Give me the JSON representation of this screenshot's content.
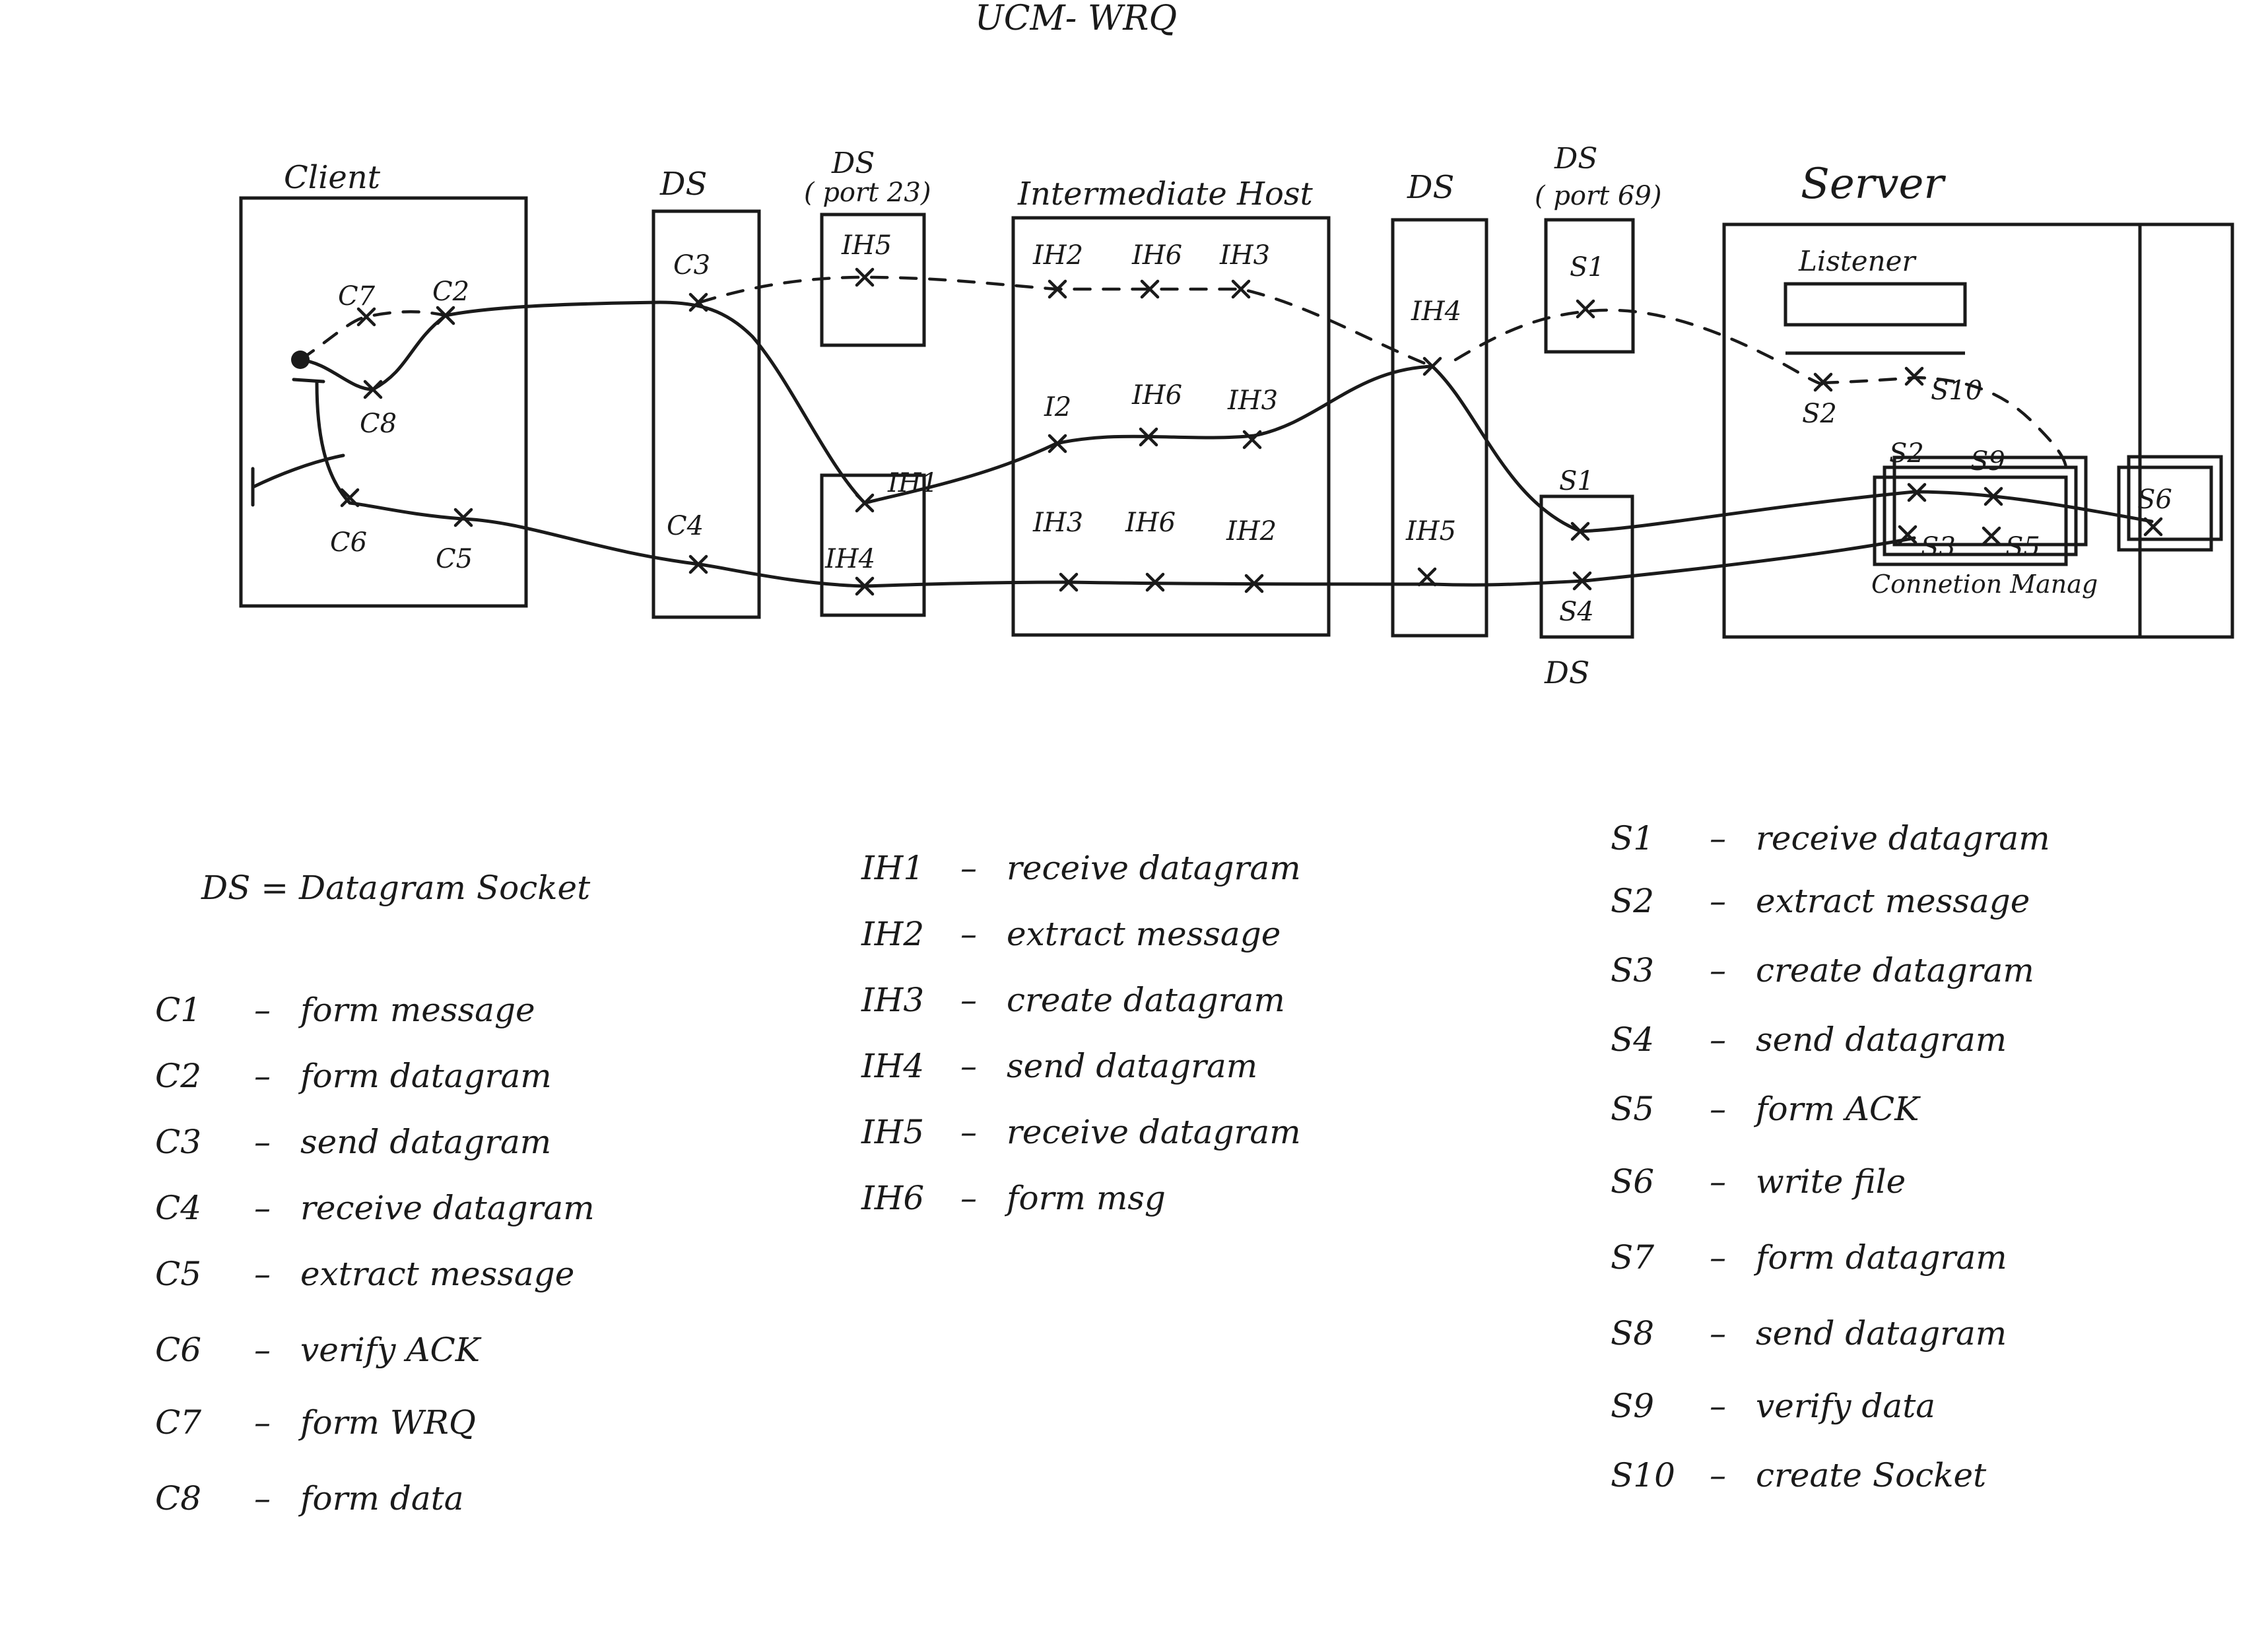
{
  "title": "UCM- WRQ",
  "components": {
    "client": "Client",
    "ds_client": "DS",
    "ds_port23_top": "DS",
    "ds_port23_bottom": "( port 23)",
    "intermediate_host": "Intermediate Host",
    "ds_host": "DS",
    "ds_port69_top": "DS",
    "ds_port69_bottom": "( port 69)",
    "server": "Server",
    "listener": "Listener",
    "connection_manager": "Connetion Manag",
    "ds_server_bottom": "DS"
  },
  "points": {
    "c7": "C7",
    "c2": "C2",
    "c8": "C8",
    "c6": "C6",
    "c5": "C5",
    "c3": "C3",
    "c4": "C4",
    "ih5_top": "IH5",
    "ih1": "IH1",
    "ih4_low": "IH4",
    "ih2_top": "IH2",
    "ih6_top": "IH6",
    "ih3_top": "IH3",
    "i2_mid": "I2",
    "ih6_mid": "IH6",
    "ih3_mid": "IH3",
    "ih3_low": "IH3",
    "ih6_low": "IH6",
    "ih2_low": "IH2",
    "ih4_host": "IH4",
    "ih5_host": "IH5",
    "s1_top": "S1",
    "s1_mid": "S1",
    "s4": "S4",
    "s2_listener": "S2",
    "s10": "S10",
    "s2_cm": "S2",
    "s9": "S9",
    "s3": "S3",
    "s5": "S5",
    "s6": "S6"
  },
  "legend": {
    "ds_definition": "DS = Datagram Socket",
    "client_items": [
      {
        "code": "C1",
        "text": "form message"
      },
      {
        "code": "C2",
        "text": "form datagram"
      },
      {
        "code": "C3",
        "text": "send datagram"
      },
      {
        "code": "C4",
        "text": "receive datagram"
      },
      {
        "code": "C5",
        "text": "extract message"
      },
      {
        "code": "C6",
        "text": "verify ACK"
      },
      {
        "code": "C7",
        "text": "form WRQ"
      },
      {
        "code": "C8",
        "text": "form data"
      }
    ],
    "host_items": [
      {
        "code": "IH1",
        "text": "receive datagram"
      },
      {
        "code": "IH2",
        "text": "extract message"
      },
      {
        "code": "IH3",
        "text": "create datagram"
      },
      {
        "code": "IH4",
        "text": "send datagram"
      },
      {
        "code": "IH5",
        "text": "receive datagram"
      },
      {
        "code": "IH6",
        "text": "form msg"
      }
    ],
    "server_items": [
      {
        "code": "S1",
        "text": "receive datagram"
      },
      {
        "code": "S2",
        "text": "extract message"
      },
      {
        "code": "S3",
        "text": "create datagram"
      },
      {
        "code": "S4",
        "text": "send datagram"
      },
      {
        "code": "S5",
        "text": "form ACK"
      },
      {
        "code": "S6",
        "text": "write file"
      },
      {
        "code": "S7",
        "text": "form datagram"
      },
      {
        "code": "S8",
        "text": "send datagram"
      },
      {
        "code": "S9",
        "text": "verify data"
      },
      {
        "code": "S10",
        "text": "create Socket"
      }
    ]
  }
}
